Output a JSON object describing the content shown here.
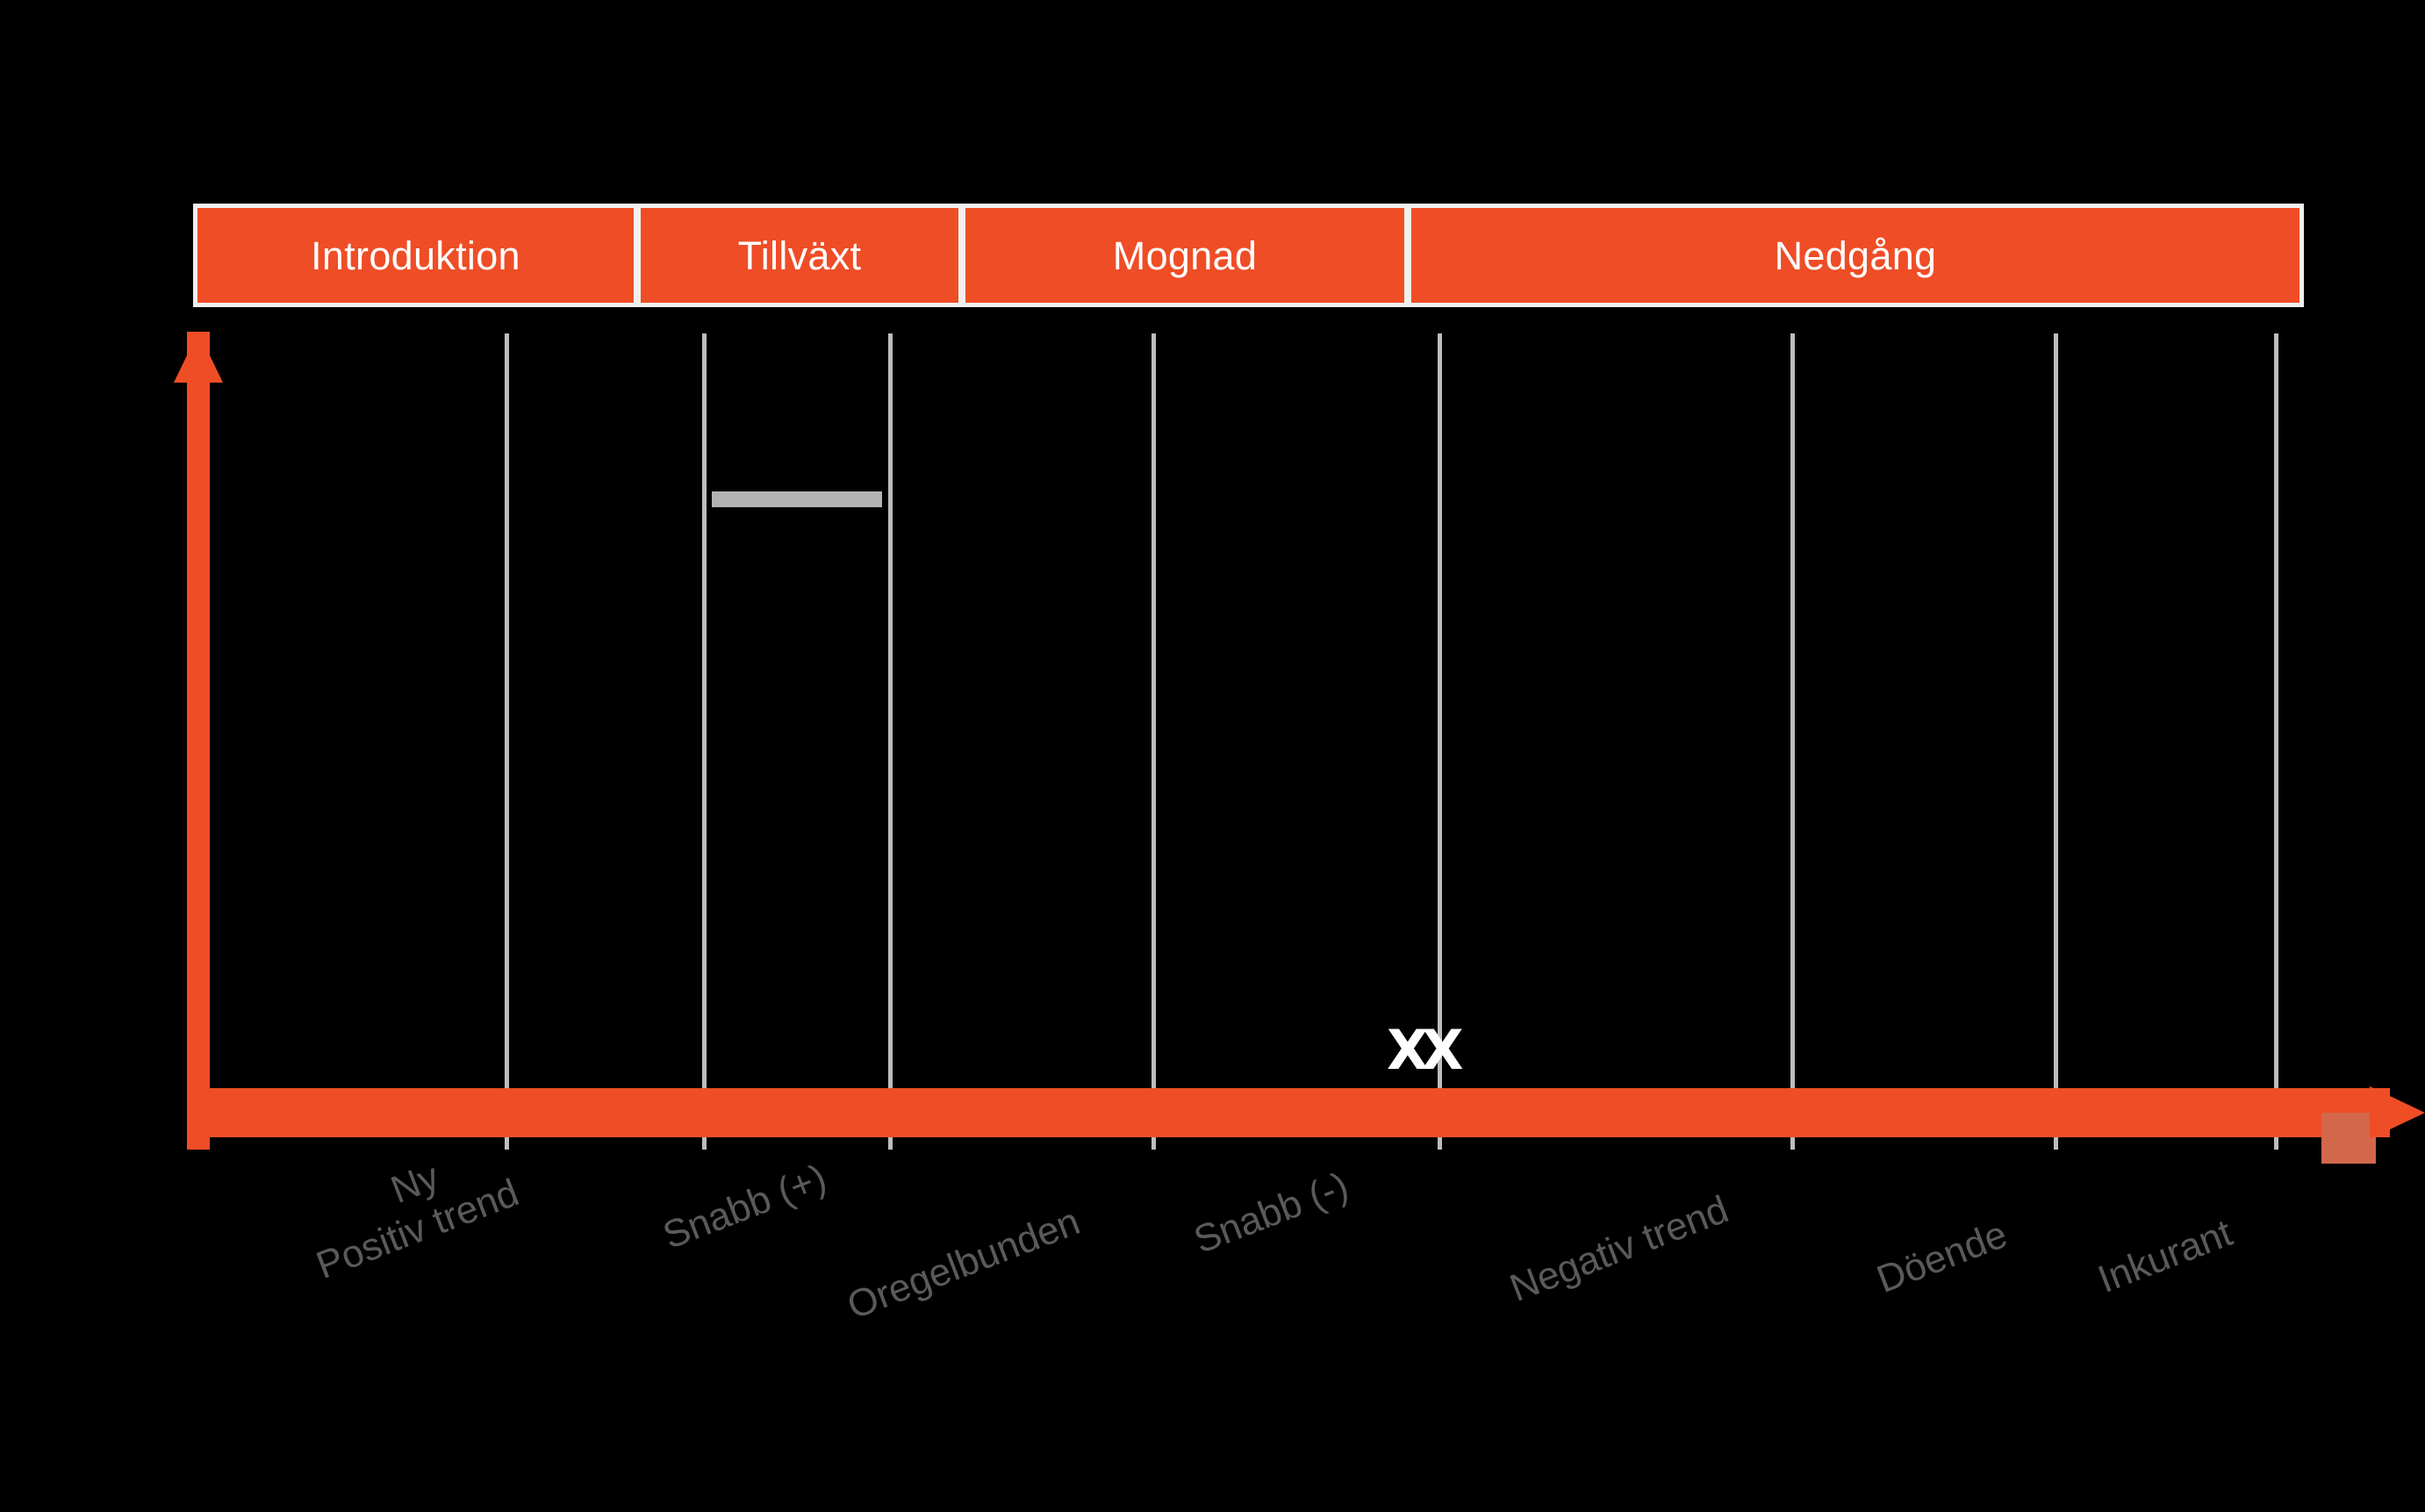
{
  "chart_data": {
    "type": "bar",
    "title": "",
    "xlabel": "",
    "ylabel": "",
    "categories": [
      "Ny",
      "Positiv trend",
      "Snabb (+)",
      "Oregelbunden",
      "Snabb (-)",
      "Negativ trend",
      "Döende",
      "Inkurant"
    ],
    "phases": [
      {
        "label": "Introduktion",
        "categories": [
          "Ny",
          "Positiv trend"
        ]
      },
      {
        "label": "Tillväxt",
        "categories": [
          "Snabb (+)"
        ]
      },
      {
        "label": "Mognad",
        "categories": [
          "Oregelbunden"
        ]
      },
      {
        "label": "Nedgång",
        "categories": [
          "Snabb (-)",
          "Negativ trend",
          "Döende",
          "Inkurant"
        ]
      }
    ],
    "series": [
      {
        "name": "Oregelbunden",
        "values": [
          0,
          0,
          0,
          1,
          0,
          0,
          0,
          0
        ]
      }
    ],
    "grid": true,
    "legend": "none",
    "annotations": [
      "XX"
    ],
    "colors": {
      "accent": "#ef4d26",
      "axis": "#ef4d26",
      "grid": "#bdbdbd",
      "bar": "#b3b3b3",
      "mark": "#ffffff",
      "label": "#5a5a5a",
      "background": "#000000",
      "header_frame": "#f2f0ee"
    }
  },
  "header": {
    "phases": [
      {
        "label": "Introduktion"
      },
      {
        "label": "Tillväxt"
      },
      {
        "label": "Mognad"
      },
      {
        "label": "Nedgång"
      }
    ]
  },
  "axis": {
    "y_arrow": "up-arrow",
    "x_arrow": "right-arrow"
  },
  "labels": [
    {
      "text": "Ny"
    },
    {
      "text": "Positiv trend"
    },
    {
      "text": "Snabb (+)"
    },
    {
      "text": "Oregelbunden"
    },
    {
      "text": "Snabb (-)"
    },
    {
      "text": "Negativ trend"
    },
    {
      "text": "Döende"
    },
    {
      "text": "Inkurant"
    }
  ],
  "marks": {
    "gray_bar_label": "Oregelbunden bar",
    "white_mark_text": "XX"
  }
}
